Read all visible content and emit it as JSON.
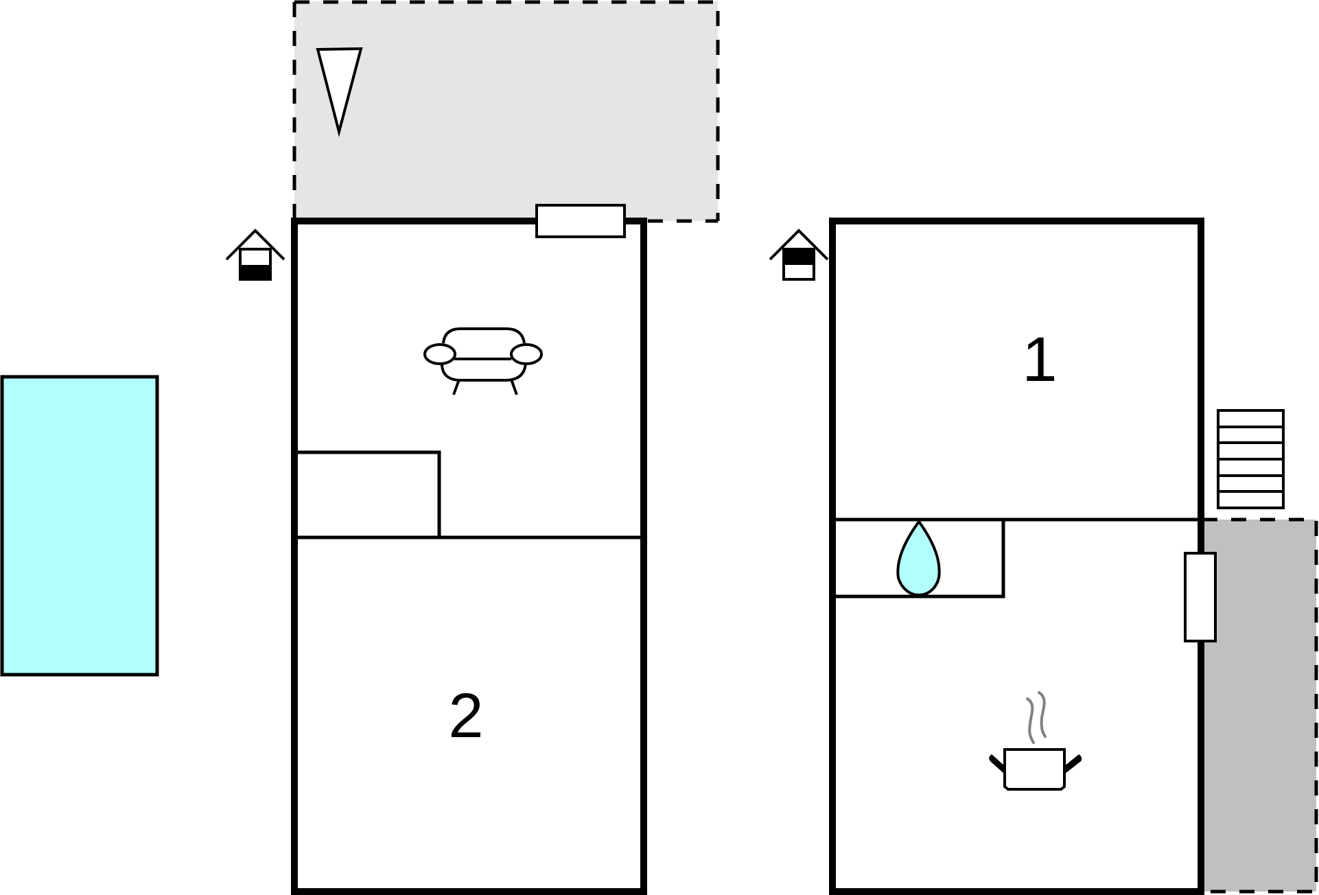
{
  "diagram": {
    "type": "floor-plan",
    "colors": {
      "wall": "#000000",
      "terrace_light": "#e5e5e5",
      "terrace_dark": "#c0c0c0",
      "pool": "#b3ffff",
      "water_drop": "#b3ffff",
      "steam": "#808080",
      "background": "#ffffff"
    },
    "rooms": [
      {
        "id": "room-1",
        "label": "1",
        "building": "right"
      },
      {
        "id": "room-2",
        "label": "2",
        "building": "left"
      }
    ],
    "areas": [
      {
        "id": "pool",
        "description": "swimming pool"
      },
      {
        "id": "terrace-top",
        "description": "terrace (dashed outline)"
      },
      {
        "id": "terrace-right",
        "description": "terrace (dashed outline)"
      }
    ],
    "icons": [
      {
        "name": "sofa-icon",
        "location": "left building, living room"
      },
      {
        "name": "parasol-icon",
        "location": "top terrace"
      },
      {
        "name": "floor-level-ground-icon",
        "location": "left building"
      },
      {
        "name": "floor-level-upper-icon",
        "location": "right building"
      },
      {
        "name": "water-drop-icon",
        "location": "right building, bathroom"
      },
      {
        "name": "cooking-pot-icon",
        "location": "right building, kitchen"
      },
      {
        "name": "stairs-icon",
        "location": "right of right building"
      }
    ]
  }
}
